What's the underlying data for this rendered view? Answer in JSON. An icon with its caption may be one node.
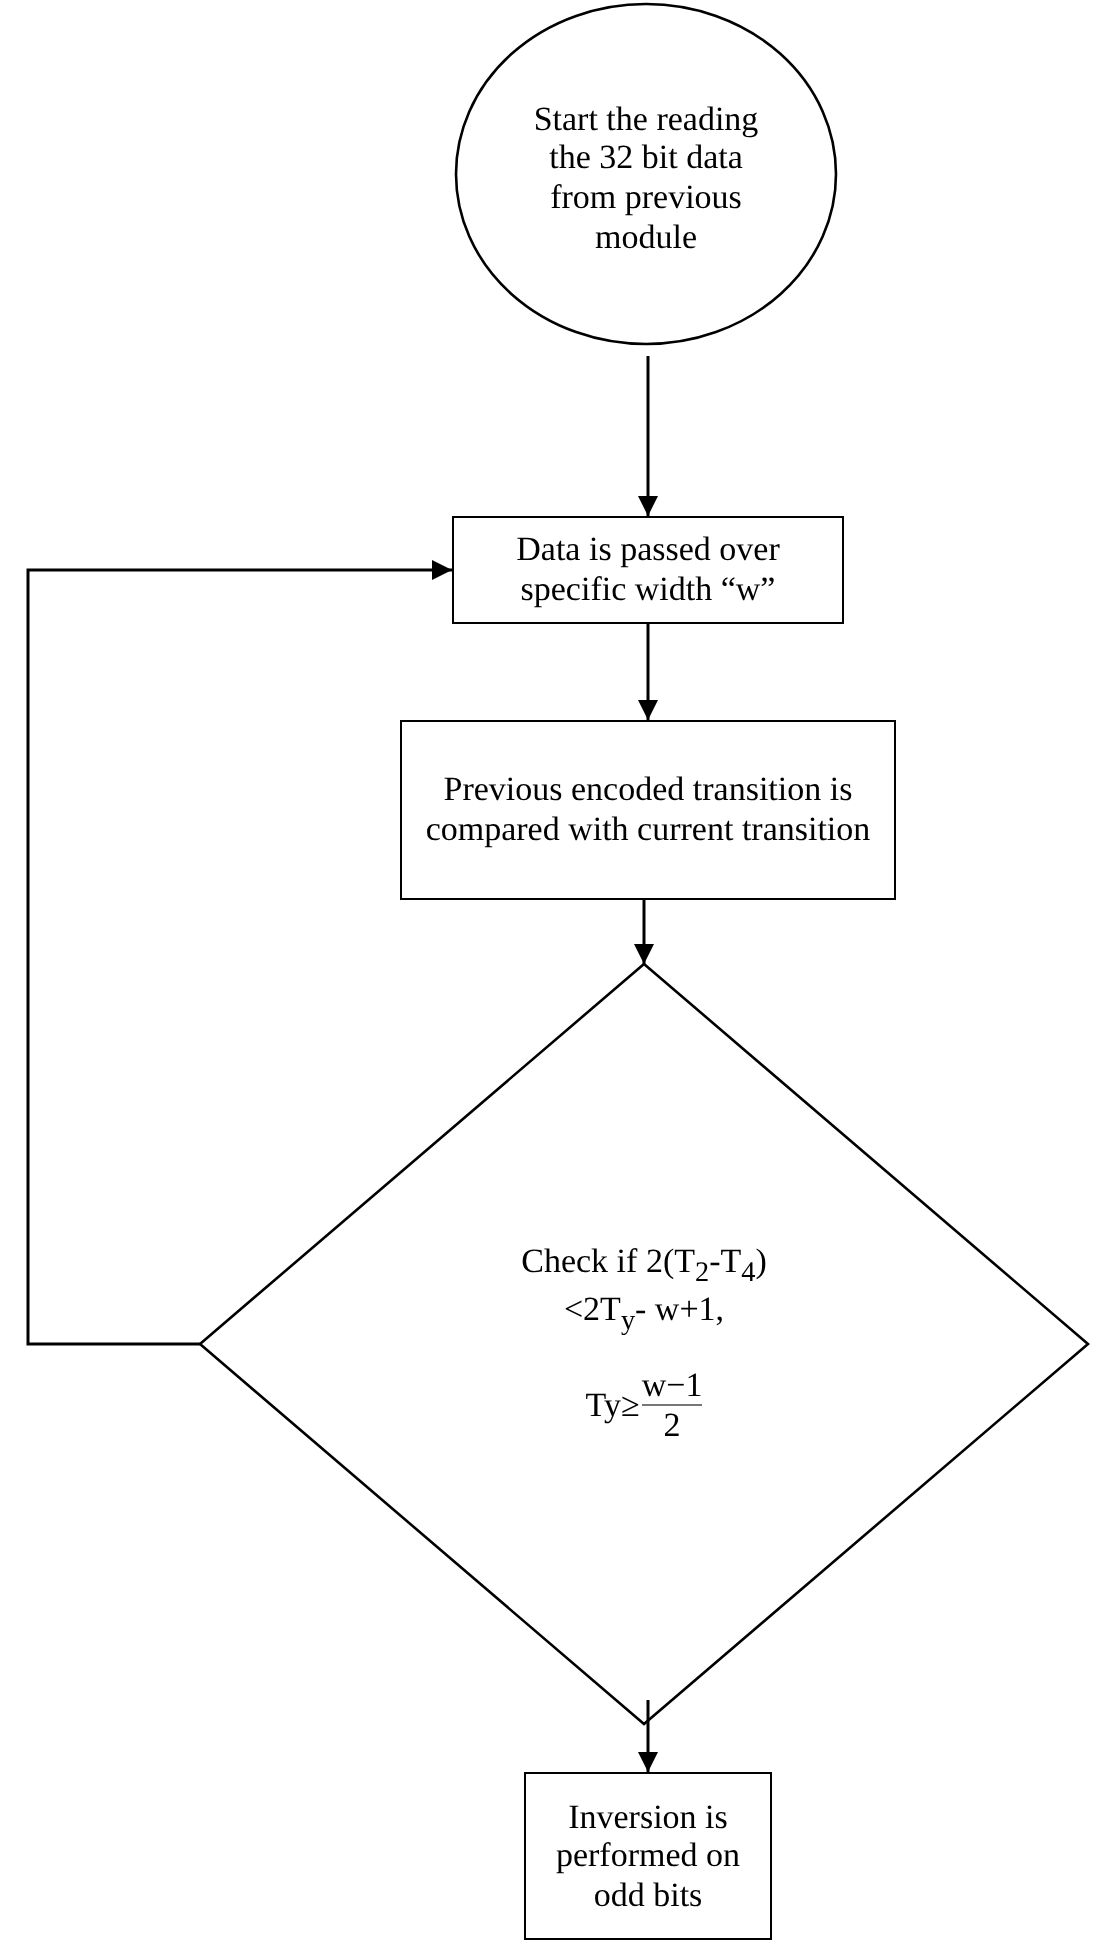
{
  "diagram": {
    "nodes": [
      {
        "text": [
          "Start the reading the 32 bit data from previous module"
        ]
      },
      {
        "text": [
          "Data is passed over specific width “w”"
        ]
      },
      {
        "text": [
          "Previous encoded transition is compared with current transition"
        ]
      },
      {
        "text": [
          "Check if 2(T$_{2}$-T$_{4}$) <2T$_{y}$- w+1,",
          "Ty≥",
          "w−1",
          "2"
        ]
      },
      {
        "text": [
          "Inversion is performed on odd bits"
        ]
      }
    ],
    "edges": [
      {
        "from": 0,
        "to": 1,
        "arrow": "to"
      },
      {
        "from": 1,
        "to": 2,
        "arrow": "to"
      },
      {
        "from": 2,
        "to": 3,
        "arrow": "to"
      },
      {
        "from": 3,
        "to": 1,
        "arrow": "to"
      },
      {
        "from": 3,
        "to": 4,
        "arrow": "to"
      }
    ]
  }
}
